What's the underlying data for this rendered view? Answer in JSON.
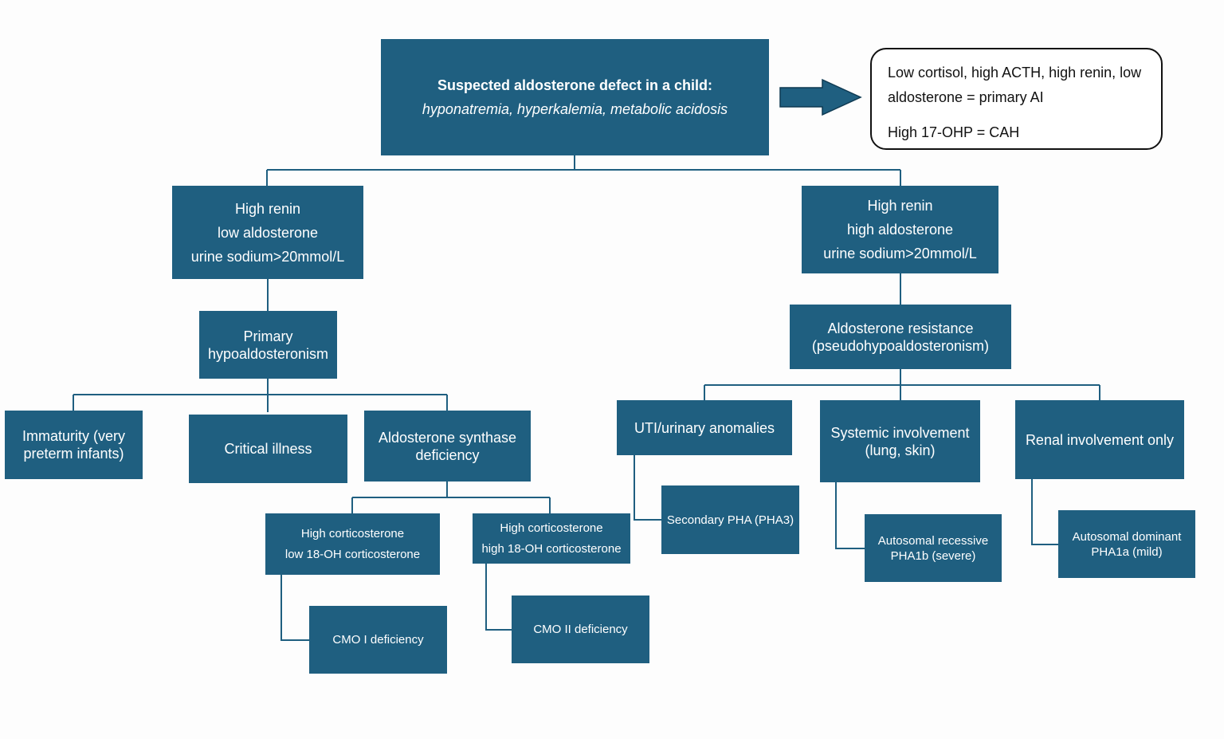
{
  "root": {
    "title": "Suspected aldosterone defect in a child:",
    "subtitle": "hyponatremia, hyperkalemia, metabolic acidosis"
  },
  "note": {
    "line1": "Low cortisol, high ACTH, high renin, low aldosterone = primary AI",
    "line2": "High 17-OHP = CAH"
  },
  "left_branch": {
    "labs": [
      "High renin",
      "low aldosterone",
      "urine sodium>20mmol/L"
    ],
    "diagnosis": [
      "Primary",
      "hypoaldosteronism"
    ],
    "causes": {
      "immaturity": [
        "Immaturity (very",
        "preterm infants)"
      ],
      "critical_illness": "Critical illness",
      "synthase": [
        "Aldosterone synthase",
        "deficiency"
      ]
    },
    "synthase_types": {
      "type1_labs": [
        "High corticosterone",
        "low 18-OH corticosterone"
      ],
      "type1_dx": "CMO I deficiency",
      "type2_labs": [
        "High corticosterone",
        "high 18-OH corticosterone"
      ],
      "type2_dx": "CMO II deficiency"
    }
  },
  "right_branch": {
    "labs": [
      "High renin",
      "high aldosterone",
      "urine sodium>20mmol/L"
    ],
    "diagnosis": [
      "Aldosterone resistance",
      "(pseudohypoaldosteronism)"
    ],
    "causes": {
      "uti": "UTI/urinary anomalies",
      "uti_dx": "Secondary PHA (PHA3)",
      "systemic": [
        "Systemic involvement",
        "(lung, skin)"
      ],
      "systemic_dx": [
        "Autosomal recessive",
        "PHA1b (severe)"
      ],
      "renal": "Renal involvement only",
      "renal_dx": [
        "Autosomal dominant",
        "PHA1a (mild)"
      ]
    }
  },
  "colors": {
    "box": "#1f5f80",
    "line": "#1f5f80",
    "arrow": "#1f5f80",
    "note_border": "#111111"
  }
}
